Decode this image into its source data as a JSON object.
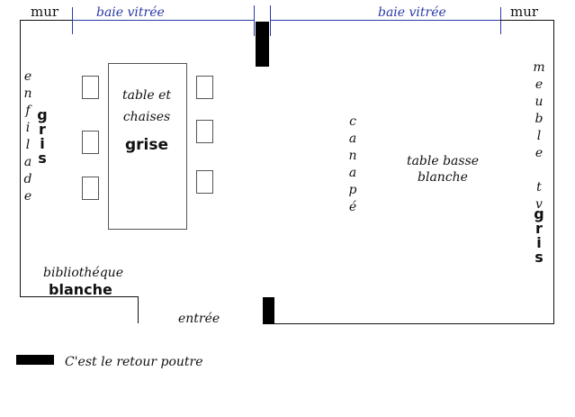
{
  "plan": {
    "wall_left_label": "mur",
    "wall_right_label": "mur",
    "window_left_label": "baie vitrée",
    "window_right_label": "baie vitrée",
    "dining_table_label": "table et chaises",
    "dining_table_color": "grise",
    "sideboard_label": "enfilade",
    "sideboard_color": "gris",
    "sofa_label": "canapé",
    "coffee_table_label": "table basse blanche",
    "tv_unit_label": "meuble tv",
    "tv_unit_color": "gris",
    "bookcase_label": "bibliothéque",
    "bookcase_color": "blanche",
    "entrance_label": "entrée"
  },
  "legend": {
    "beam_label": "C'est le retour poutre"
  },
  "colors": {
    "window": "#2a3aa8",
    "wall": "#111111",
    "beam": "#000000"
  }
}
